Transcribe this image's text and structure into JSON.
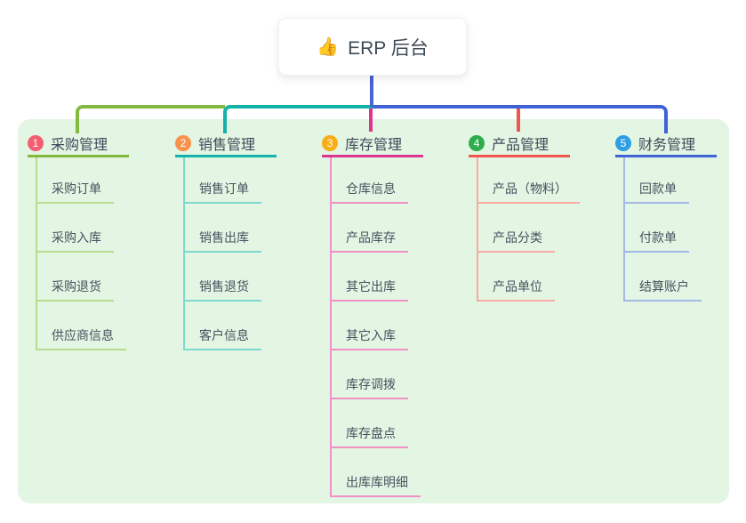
{
  "root": {
    "icon": "👍",
    "label": "ERP 后台",
    "connector_color": "#4a62d2"
  },
  "panel_color": "#e3f5e3",
  "branches": [
    {
      "index": "1",
      "label": "采购管理",
      "badge_color": "#f25e72",
      "color": "#82b93e",
      "color_light": "#b8db8e",
      "children": [
        "采购订单",
        "采购入库",
        "采购退货",
        "供应商信息"
      ]
    },
    {
      "index": "2",
      "label": "销售管理",
      "badge_color": "#f7924d",
      "color": "#14b3a9",
      "color_light": "#7fd8cf",
      "children": [
        "销售订单",
        "销售出库",
        "销售退货",
        "客户信息"
      ]
    },
    {
      "index": "3",
      "label": "库存管理",
      "badge_color": "#f9ad17",
      "color": "#dd3590",
      "color_light": "#f090c4",
      "children": [
        "仓库信息",
        "产品库存",
        "其它出库",
        "其它入库",
        "库存调拨",
        "库存盘点",
        "出库库明细"
      ]
    },
    {
      "index": "4",
      "label": "产品管理",
      "badge_color": "#2fad4d",
      "color": "#f1564e",
      "color_light": "#f8aba4",
      "children": [
        "产品（物料）",
        "产品分类",
        "产品单位"
      ]
    },
    {
      "index": "5",
      "label": "财务管理",
      "badge_color": "#2d9fe2",
      "color": "#3f63d6",
      "color_light": "#a3b8e4",
      "children": [
        "回款单",
        "付款单",
        "结算账户"
      ]
    }
  ]
}
